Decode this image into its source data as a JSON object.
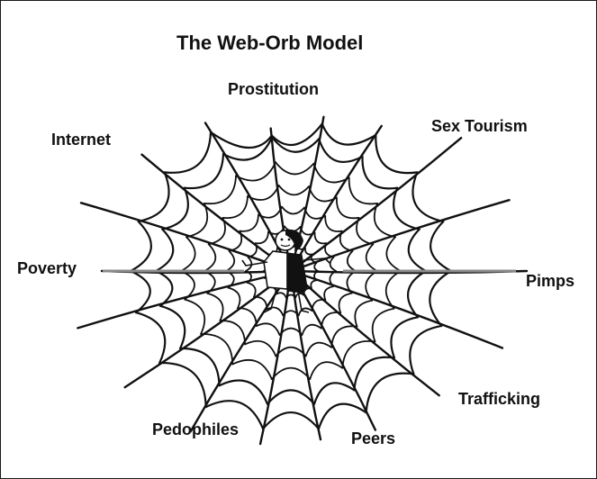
{
  "diagram": {
    "title": "The Web-Orb Model",
    "labels": {
      "prostitution": "Prostitution",
      "sex_tourism": "Sex Tourism",
      "internet": "Internet",
      "poverty": "Poverty",
      "pimps": "Pimps",
      "trafficking": "Trafficking",
      "pedophiles": "Pedophiles",
      "peers": "Peers"
    },
    "colors": {
      "ink": "#111111",
      "pointer_lines": "#8a8a8a",
      "figure_dark": "#111111",
      "background": "#ffffff"
    }
  }
}
